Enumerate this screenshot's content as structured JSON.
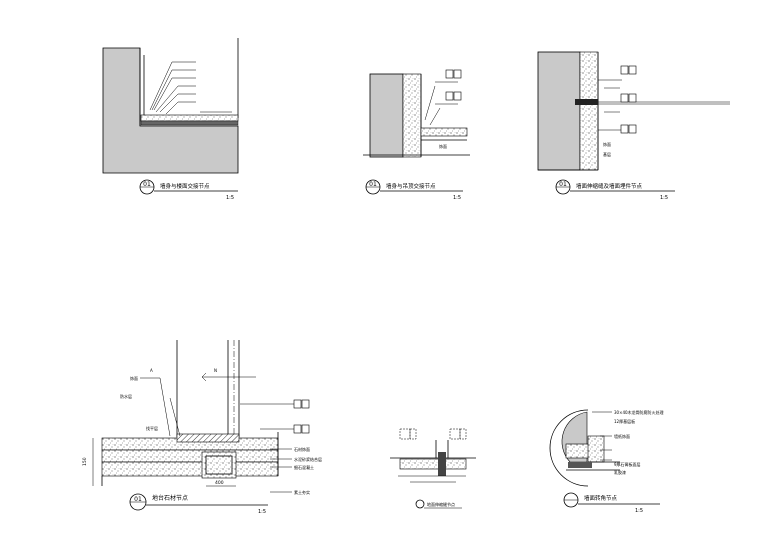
{
  "sheet": {
    "background": "#ffffff",
    "ink": "#000000",
    "wall_fill": "#c9c9c9"
  },
  "details": [
    {
      "id": "detail-1",
      "number": "01",
      "title": "墙身与楼面交接节点",
      "scale": "1:5"
    },
    {
      "id": "detail-2",
      "number": "01",
      "title": "墙身与吊顶交接节点",
      "scale": "1:5"
    },
    {
      "id": "detail-3",
      "number": "01",
      "title": "墙面伸缩缝及墙面埋件节点",
      "scale": "1:5"
    },
    {
      "id": "detail-4",
      "number": "01",
      "title": "地台石材节点",
      "scale": "1:5"
    },
    {
      "id": "detail-5",
      "number": "",
      "title": "地面伸缩缝节点",
      "scale": ""
    },
    {
      "id": "detail-6",
      "number": "",
      "title": "墙面转角节点",
      "scale": "1:5"
    }
  ],
  "annotations": {
    "detail4": {
      "left_notes": [
        "饰面",
        "防水层",
        "找平层"
      ],
      "right_notes": [
        "石材饰面",
        "水泥砂浆结合层",
        "细石混凝土",
        "素土夯实"
      ],
      "dimension": "400",
      "height": "150"
    },
    "detail6": {
      "notes": [
        "30×40木龙骨防腐防火处理",
        "12厚基层板",
        "墙纸饰面",
        "9厚石膏板面层",
        "乳胶漆"
      ]
    }
  }
}
